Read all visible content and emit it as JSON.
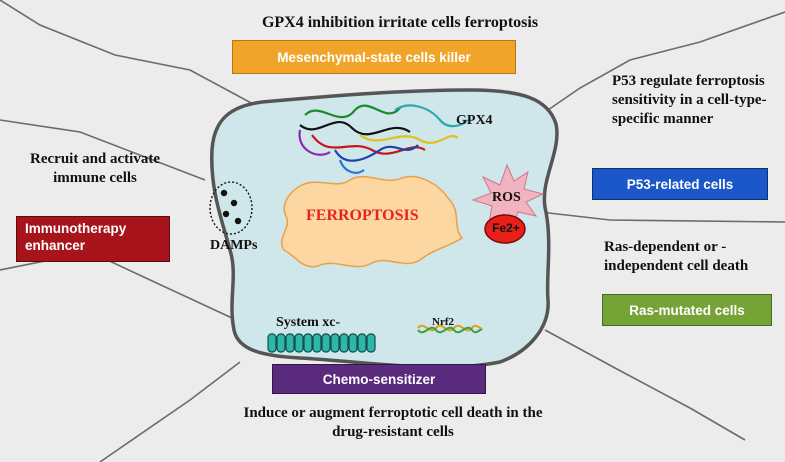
{
  "top_caption": "GPX4 inhibition irritate cells ferroptosis",
  "boxes": {
    "mesenchymal": "Mesenchymal-state cells killer",
    "immunotherapy": "Immunotherapy enhancer",
    "p53": "P53-related cells",
    "ras": "Ras-mutated cells",
    "chemo": "Chemo-sensitizer"
  },
  "notes": {
    "recruit": "Recruit and activate immune cells",
    "p53": "P53 regulate ferroptosis sensitivity in a cell-type-specific manner",
    "ras": "Ras-dependent or -independent cell death",
    "drug": "Induce or augment ferroptotic cell death  in the drug-resistant cells"
  },
  "cell": {
    "gpx4": "GPX4",
    "ferroptosis": "FERROPTOSIS",
    "ros": "ROS",
    "fe": "Fe2+",
    "damps": "DAMPs",
    "system_xc": "System xc-",
    "nrf2": "Nrf2"
  },
  "colors": {
    "background": "#ececec",
    "cell_fill": "#cfe6ea",
    "ferroptosis_fill": "#fcd7a1",
    "ferroptosis_text": "#e8231f",
    "ros_fill": "#f2b3c0",
    "fe_fill": "#e8201a",
    "mesenchymal": "#f0a52a",
    "immunotherapy": "#a8141c",
    "p53": "#1b57c8",
    "ras": "#76a336",
    "chemo": "#5a2a7c",
    "transporter": "#2fb6a8"
  }
}
